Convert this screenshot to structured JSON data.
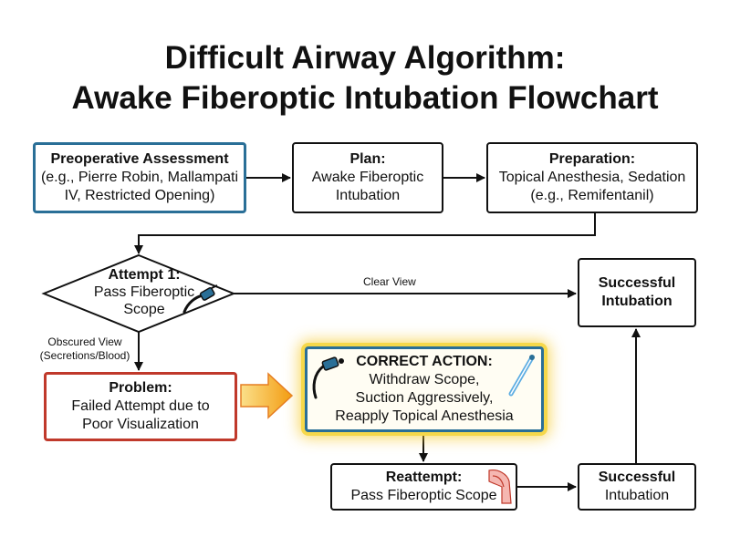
{
  "title": {
    "line1": "Difficult Airway Algorithm:",
    "line2": "Awake Fiberoptic Intubation Flowchart"
  },
  "nodes": {
    "preop": {
      "heading": "Preoperative Assessment",
      "line1": "(e.g., Pierre Robin, Mallampati",
      "line2": "IV, Restricted Opening)"
    },
    "plan": {
      "heading": "Plan:",
      "line1": "Awake Fiberoptic",
      "line2": "Intubation"
    },
    "preparation": {
      "heading": "Preparation:",
      "line1": "Topical Anesthesia, Sedation",
      "line2": "(e.g., Remifentanil)"
    },
    "attempt1": {
      "heading": "Attempt 1:",
      "line1": "Pass Fiberoptic",
      "line2": "Scope"
    },
    "success_top": {
      "line1": "Successful",
      "line2": "Intubation"
    },
    "problem": {
      "heading": "Problem:",
      "line1": "Failed Attempt due to",
      "line2": "Poor Visualization"
    },
    "correct_action": {
      "heading": "CORRECT ACTION:",
      "line1": "Withdraw Scope,",
      "line2": "Suction Aggressively,",
      "line3": "Reapply Topical Anesthesia"
    },
    "reattempt": {
      "heading": "Reattempt:",
      "line1": "Pass Fiberoptic Scope"
    },
    "success_bottom": {
      "heading": "Successful",
      "line1": "Intubation"
    }
  },
  "edge_labels": {
    "clear_view": "Clear View",
    "obscured_line1": "Obscured View",
    "obscured_line2": "(Secretions/Blood)"
  },
  "icons": {
    "attempt1": "fiberoptic-scope-icon",
    "correct_action_left": "fiberoptic-scope-icon",
    "correct_action_right": "suction-catheter-icon",
    "reattempt": "airway-anatomy-icon",
    "transition": "orange-arrow-icon"
  },
  "colors": {
    "assessment_border": "#2a6f97",
    "problem_border": "#c0392b",
    "highlight_glow": "#f6d84a",
    "transition_arrow": "#f39c12"
  }
}
